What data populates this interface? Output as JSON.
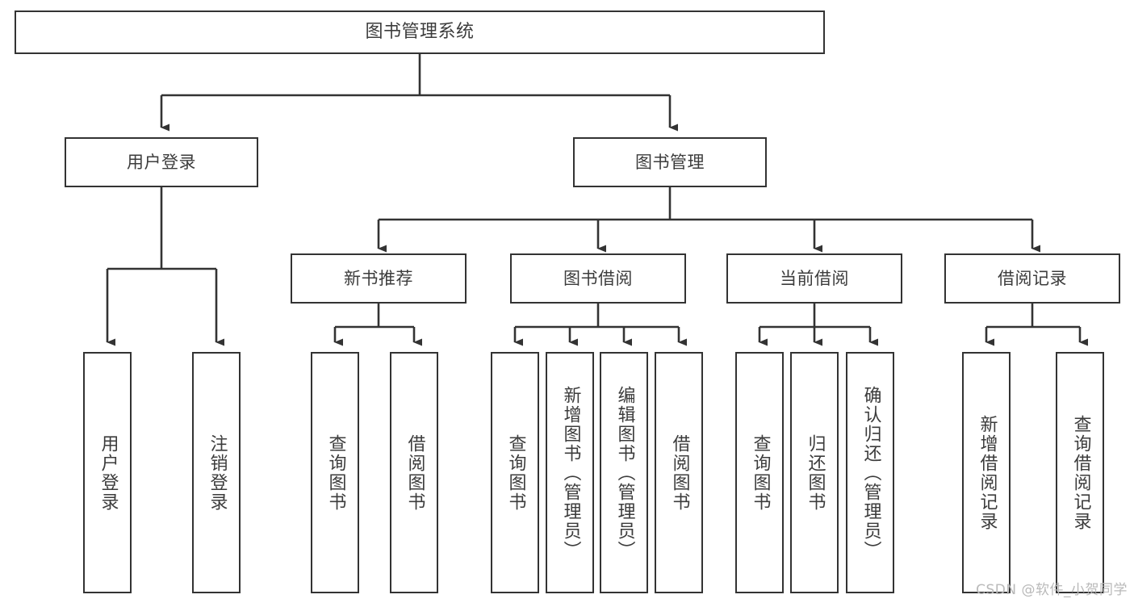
{
  "diagram": {
    "title": "图书管理系统",
    "type": "tree-hierarchy",
    "watermark": "CSDN @软件_小贺同学",
    "colors": {
      "box_border": "#333333",
      "box_fill": "#ffffff",
      "text": "#3c3c3c",
      "edge": "#333333",
      "watermark": "#b9b9b9",
      "background": "#ffffff"
    },
    "levels": {
      "root": {
        "label": "图书管理系统"
      },
      "level2": [
        {
          "label": "用户登录"
        },
        {
          "label": "图书管理"
        }
      ],
      "level3": [
        {
          "label": "新书推荐"
        },
        {
          "label": "图书借阅"
        },
        {
          "label": "当前借阅"
        },
        {
          "label": "借阅记录"
        }
      ],
      "leaves": {
        "user_login": [
          {
            "label": "用户登录"
          },
          {
            "label": "注销登录"
          }
        ],
        "new_book_recommend": [
          {
            "label": "查询图书"
          },
          {
            "label": "借阅图书"
          }
        ],
        "book_borrow": [
          {
            "label": "查询图书"
          },
          {
            "label": "新增图书（管理员）"
          },
          {
            "label": "编辑图书（管理员）"
          },
          {
            "label": "借阅图书"
          }
        ],
        "current_borrow": [
          {
            "label": "查询图书"
          },
          {
            "label": "归还图书"
          },
          {
            "label": "确认归还（管理员）"
          }
        ],
        "borrow_record": [
          {
            "label": "新增借阅记录"
          },
          {
            "label": "查询借阅记录"
          }
        ]
      }
    }
  }
}
